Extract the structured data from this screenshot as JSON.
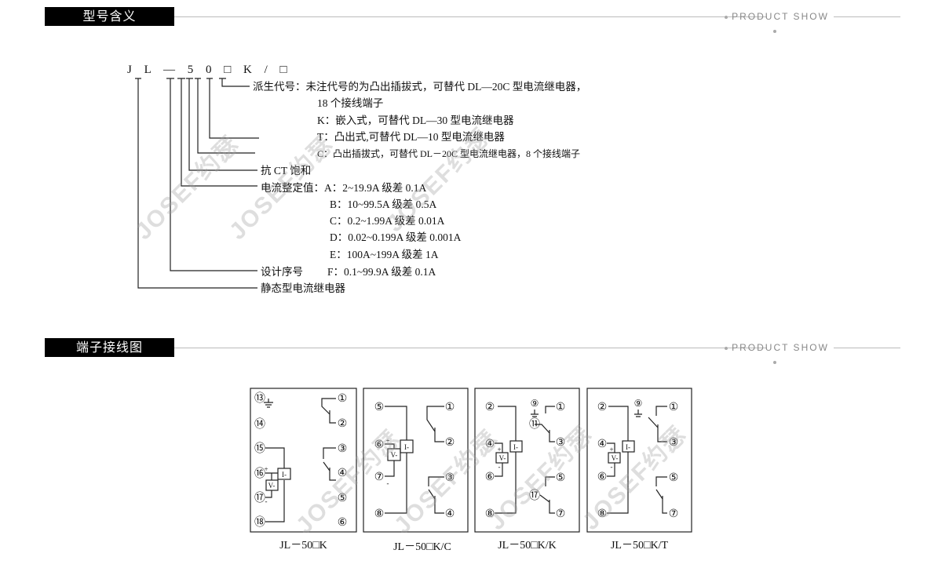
{
  "section1": {
    "title": "型号含义",
    "tag": "PRODUCT SHOW"
  },
  "section2": {
    "title": "端子接线图",
    "tag": "PRODUCT SHOW"
  },
  "model": {
    "code": "J L — 5 0 □ K / □",
    "lines": [
      "派生代号：未注代号的为凸出插拔式，可替代 DL—20C 型电流继电器，",
      "18 个接线端子",
      "K：嵌入式，可替代 DL—30 型电流继电器",
      "T：凸出式,可替代 DL—10 型电流继电器",
      "C：凸出插拔式，可替代 DL－20C 型电流继电器，8 个接线端子",
      "抗 CT 饱和",
      "电流整定值：A：2~19.9A 级差 0.1A",
      "B：10~99.5A 级差 0.5A",
      "C：0.2~1.99A 级差 0.01A",
      "D：0.02~0.199A 级差 0.001A",
      "E：100A~199A 级差 1A",
      "设计序号",
      "F：0.1~99.9A 级差 0.1A",
      "静态型电流继电器"
    ]
  },
  "watermark": "JOSEF约瑟",
  "diagrams": {
    "captions": [
      "JL－50□K",
      "JL－50□K/C",
      "JL－50□K/K",
      "JL－50□K/T"
    ],
    "d1": {
      "t13": "⑬",
      "t14": "⑭",
      "t15": "⑮",
      "t16": "⑯",
      "t17": "⑰",
      "t18": "⑱",
      "t1": "①",
      "t2": "②",
      "t3": "③",
      "t4": "④",
      "t5": "⑤",
      "t6": "⑥"
    },
    "d2": {
      "t5": "⑤",
      "t6": "⑥",
      "t7": "⑦",
      "t8": "⑧",
      "t1": "①",
      "t2": "②",
      "t3": "③",
      "t4": "④"
    },
    "d3": {
      "t2": "②",
      "t4": "④",
      "t6": "⑥",
      "t8": "⑧",
      "t9": "⑨",
      "t11": "⑪",
      "t1": "①",
      "t3": "③",
      "t5": "⑤",
      "t17": "⑰",
      "t7": "⑦"
    },
    "d4": {
      "t2": "②",
      "t4": "④",
      "t6": "⑥",
      "t8": "⑧",
      "t9": "⑨",
      "t1": "①",
      "t3": "③",
      "t5": "⑤",
      "t7": "⑦"
    },
    "sym": {
      "current": "I-",
      "voltage": "V-",
      "plus": "+",
      "minus": "-"
    }
  }
}
